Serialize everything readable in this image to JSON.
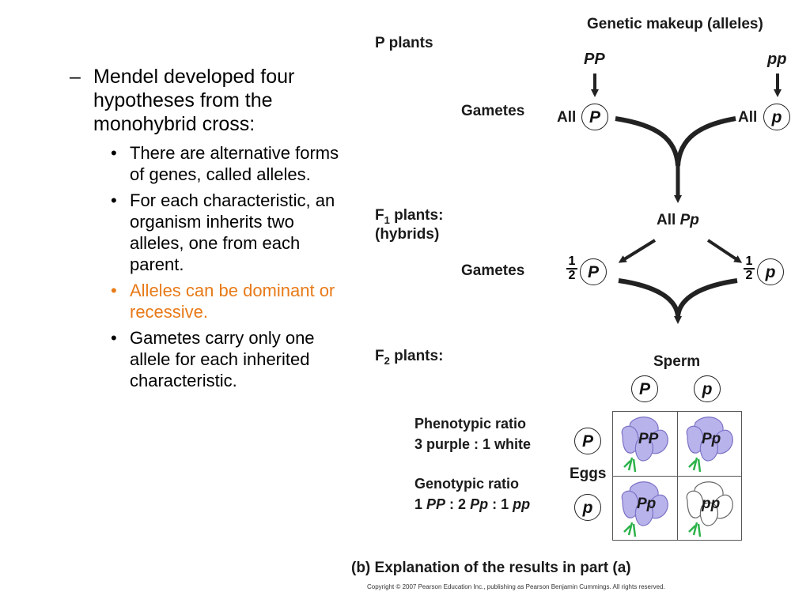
{
  "slide": {
    "heading": "Mendel developed four hypotheses from the monohybrid cross:",
    "bullets": [
      {
        "text": "There are alternative forms of genes, called alleles.",
        "highlight": false
      },
      {
        "text": "For each characteristic, an organism inherits two alleles, one from each parent.",
        "highlight": false
      },
      {
        "text": "Alleles can be dominant or recessive.",
        "highlight": true
      },
      {
        "text": "Gametes carry only one allele for each inherited characteristic.",
        "highlight": false
      }
    ],
    "highlight_color": "#e87a18"
  },
  "diagram": {
    "title": "Genetic makeup (alleles)",
    "p_plants": "P plants",
    "pp_dominant": "PP",
    "pp_recessive": "pp",
    "gametes_label": "Gametes",
    "all_label": "All",
    "allele_dominant": "P",
    "allele_recessive": "p",
    "f1_prefix": "F",
    "f1_sub": "1",
    "f1_suffix": " plants:",
    "hybrids": "(hybrids)",
    "all_pp_prefix": "All ",
    "all_pp_geno": "Pp",
    "half_num": "1",
    "half_den": "2",
    "f2_prefix": "F",
    "f2_sub": "2",
    "f2_suffix": " plants:",
    "sperm": "Sperm",
    "eggs": "Eggs",
    "phenotypic_title": "Phenotypic ratio",
    "phenotypic_value": "3 purple : 1 white",
    "genotypic_title": "Genotypic ratio",
    "genotypic_1": "1",
    "genotypic_pp": "PP",
    "genotypic_sep1": " : 2 ",
    "genotypic_Pp": "Pp",
    "genotypic_sep2": " : 1 ",
    "genotypic_pp2": "pp",
    "punnett": [
      {
        "geno": "PP",
        "flower": "purple"
      },
      {
        "geno": "Pp",
        "flower": "purple"
      },
      {
        "geno": "Pp",
        "flower": "purple"
      },
      {
        "geno": "pp",
        "flower": "white"
      }
    ],
    "colors": {
      "purple": "#b9b3ec",
      "purple_edge": "#7a72c4",
      "white": "#ffffff",
      "white_edge": "#666666",
      "stem": "#2db34a"
    },
    "caption": "(b) Explanation of the results in part (a)",
    "copyright": "Copyright © 2007 Pearson Education Inc., publishing as Pearson Benjamin Cummings. All rights reserved."
  }
}
